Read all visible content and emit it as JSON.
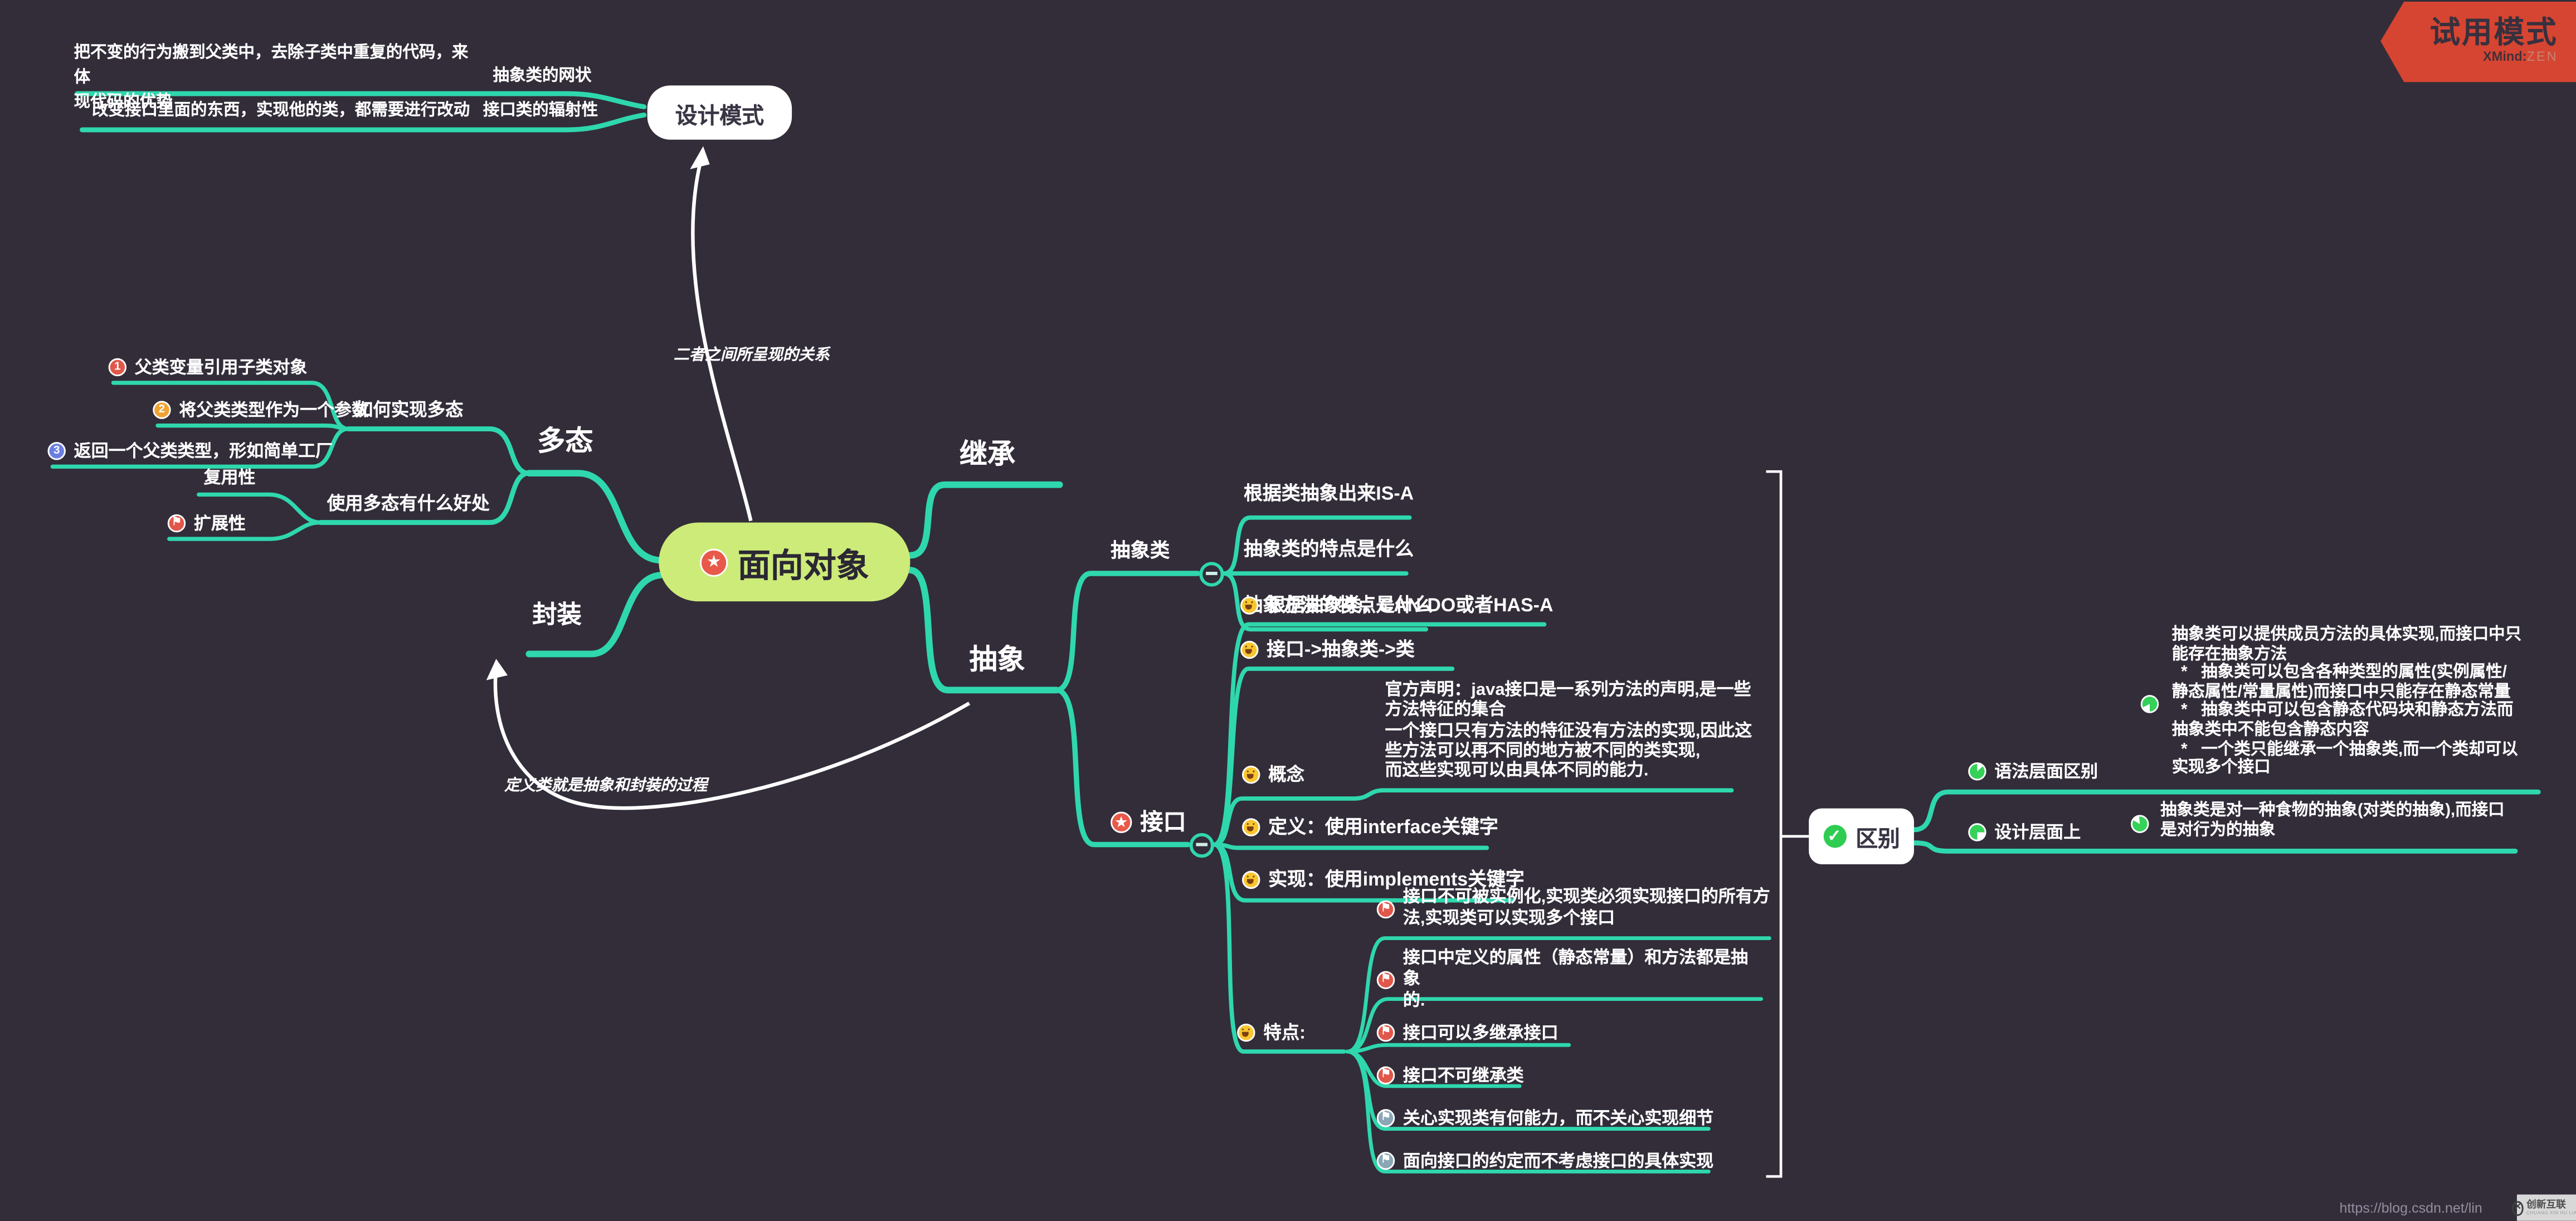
{
  "colors": {
    "background": "#322d39",
    "branch": "#2fd7ae",
    "root_fill": "#cdeb79",
    "banner": "#d64531",
    "topic_text": "#ffffff"
  },
  "banner": {
    "title": "试用模式",
    "brand": "XMind",
    "separator": ":",
    "brand_suffix": "ZEN"
  },
  "watermark": {
    "url": "https://blog.csdn.net/lin",
    "badge": "创新互联",
    "badge_sub": "CHUANG XIN HU LIAN",
    "logo_glyph": "✕"
  },
  "relations": {
    "r1": "二者之间所呈现的关系",
    "r2": "定义类就是抽象和封装的过程"
  },
  "root": {
    "label": "面向对象",
    "icon": "★"
  },
  "design_pattern": {
    "label": "设计模式",
    "abstract_net": {
      "label": "抽象类的网状",
      "note": "把不变的行为搬到父类中，去除子类中重复的代码，来体\n现代码的优势"
    },
    "interface_radiation": {
      "label": "接口类的辐射性",
      "note": "改变接口里面的东西，实现他的类，都需要进行改动"
    }
  },
  "inherit": {
    "label": "继承"
  },
  "polymorphism": {
    "label": "多态",
    "how": {
      "label": "如何实现多态",
      "items": [
        {
          "num": "1",
          "label": "父类变量引用子类对象"
        },
        {
          "num": "2",
          "label": "将父类类型作为一个参数"
        },
        {
          "num": "3",
          "label": "返回一个父类类型，形如简单工厂"
        }
      ]
    },
    "benefit": {
      "label": "使用多态有什么好处",
      "reuse": "复用性",
      "extend": "扩展性"
    }
  },
  "encapsulation": {
    "label": "封装"
  },
  "abstraction": {
    "label": "抽象",
    "abstract_class": {
      "label": "抽象类",
      "items": [
        "根据类抽象出来IS-A",
        "抽象类的特点是什么",
        "抽象方法的特点是什么"
      ]
    },
    "interface": {
      "label": "接口",
      "icon": "★",
      "can_do": "根据抽象类，CAN-DO或者HAS-A",
      "chain": "接口->抽象类->类",
      "concept": {
        "label": "概念",
        "note": "官方声明：java接口是一系列方法的声明,是一些\n方法特征的集合\n一个接口只有方法的特征没有方法的实现,因此这\n些方法可以再不同的地方被不同的类实现,\n而这些实现可以由具体不同的能力."
      },
      "definition": "定义：使用interface关键字",
      "implementation": "实现：使用implements关键字",
      "features": {
        "label": "特点:",
        "items": [
          "接口不可被实例化,实现类必须实现接口的所有方\n法,实现类可以实现多个接口",
          "接口中定义的属性（静态常量）和方法都是抽象\n的.",
          "接口可以多继承接口",
          "接口不可继承类",
          "关心实现类有何能力，而不关心实现细节",
          "面向接口的约定而不考虑接口的具体实现"
        ]
      }
    }
  },
  "difference": {
    "label": "区别",
    "icon": "✓",
    "syntax": {
      "label": "语法层面区别",
      "note": "抽象类可以提供成员方法的具体实现,而接口中只\n能存在抽象方法\n  *   抽象类可以包含各种类型的属性(实例属性/\n静态属性/常量属性)而接口中只能存在静态常量\n  *   抽象类中可以包含静态代码块和静态方法而\n抽象类中不能包含静态内容\n  *   一个类只能继承一个抽象类,而一个类却可以\n实现多个接口"
    },
    "design": {
      "label": "设计层面上",
      "note": "抽象类是对一种食物的抽象(对类的抽象),而接口\n是对行为的抽象"
    }
  }
}
